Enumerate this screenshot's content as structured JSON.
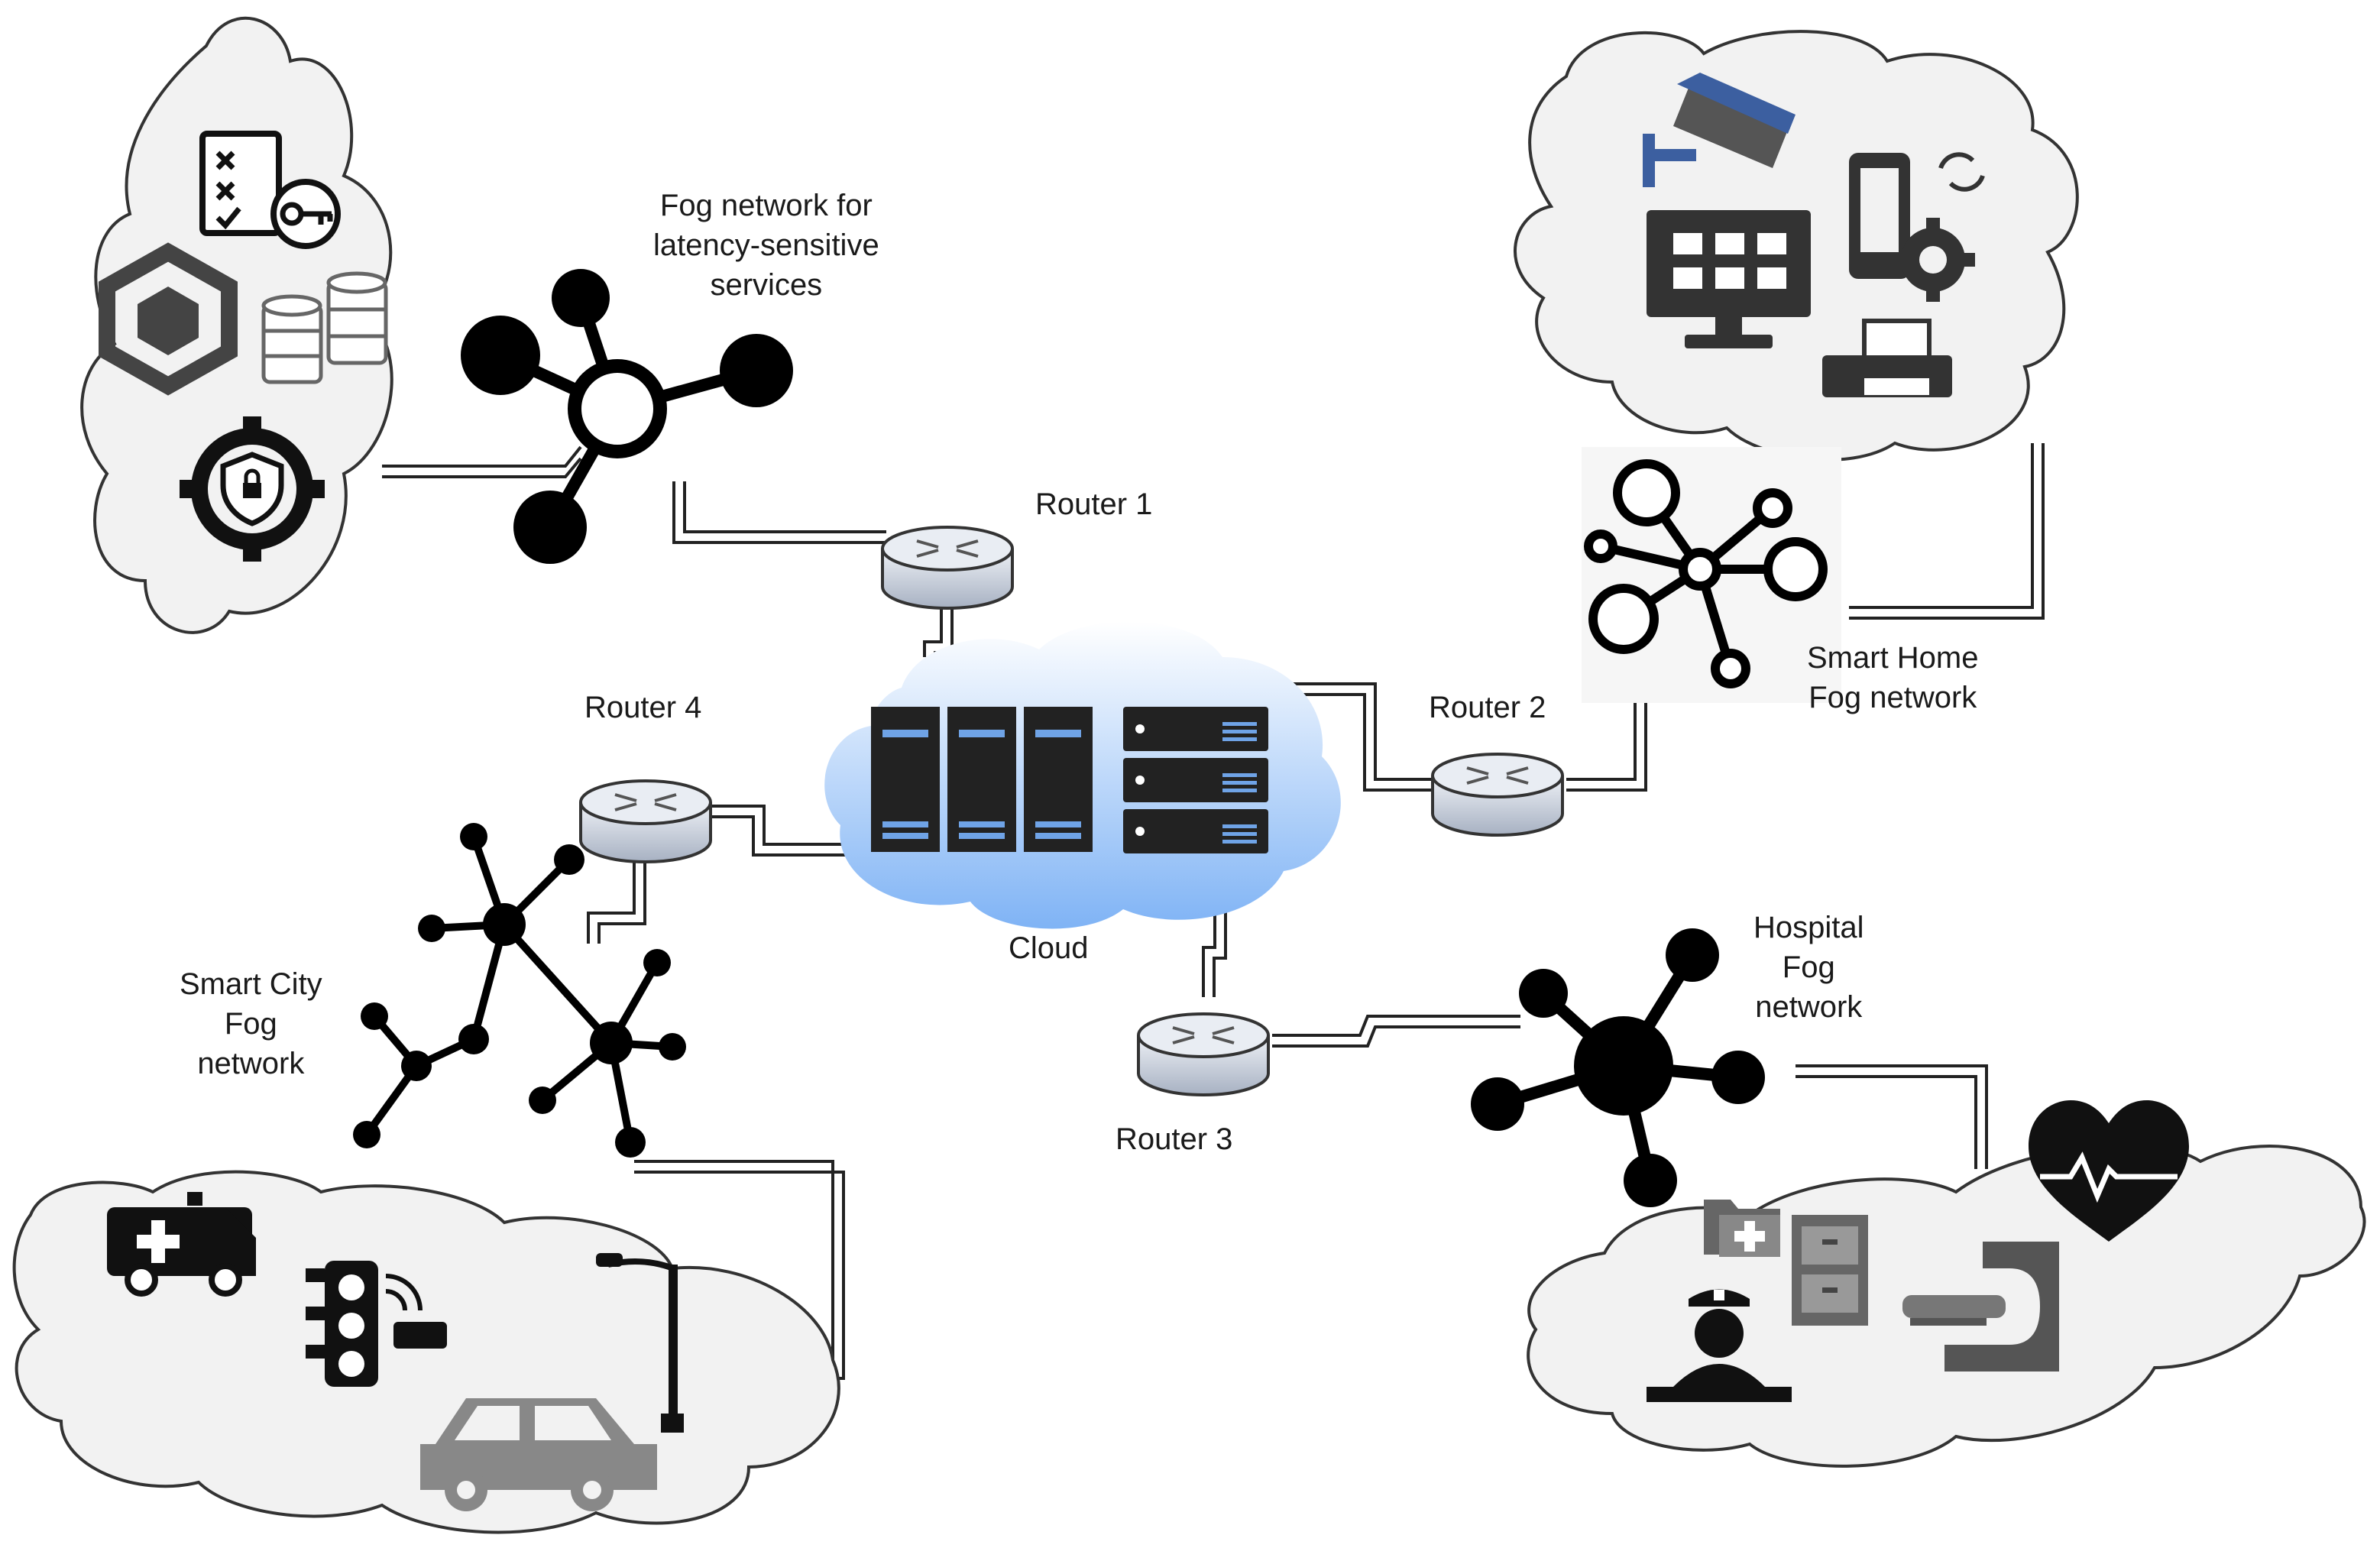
{
  "labels": {
    "fog_latency": [
      "Fog network for",
      "latency-sensitive",
      "services"
    ],
    "router1": "Router 1",
    "router2": "Router 2",
    "router3": "Router 3",
    "router4": "Router 4",
    "cloud": "Cloud",
    "smart_home": [
      "Smart Home",
      "Fog network"
    ],
    "smart_city": [
      "Smart City",
      "Fog",
      "network"
    ],
    "hospital": [
      "Hospital",
      "Fog",
      "network"
    ]
  },
  "colors": {
    "cloud_fill": "#f2f2f2",
    "cloud_stroke": "#333333",
    "central_cloud_top": "#ffffff",
    "central_cloud_bottom": "#7fb3f5",
    "router_fill": "#c9d0dc",
    "icon_dark": "#111111",
    "icon_blue": "#3c5fa0"
  },
  "icons": [
    "checklist-key-icon",
    "blockchain-cube-icon",
    "database-icon",
    "security-gear-icon",
    "cctv-camera-icon",
    "monitor-grid-icon",
    "smartphone-gear-icon",
    "printer-icon",
    "ambulance-icon",
    "traffic-light-camera-icon",
    "street-lamp-icon",
    "car-icon",
    "medical-folder-icon",
    "file-cabinet-icon",
    "heart-pulse-icon",
    "nurse-icon",
    "mri-scanner-icon",
    "server-rack-icon"
  ]
}
